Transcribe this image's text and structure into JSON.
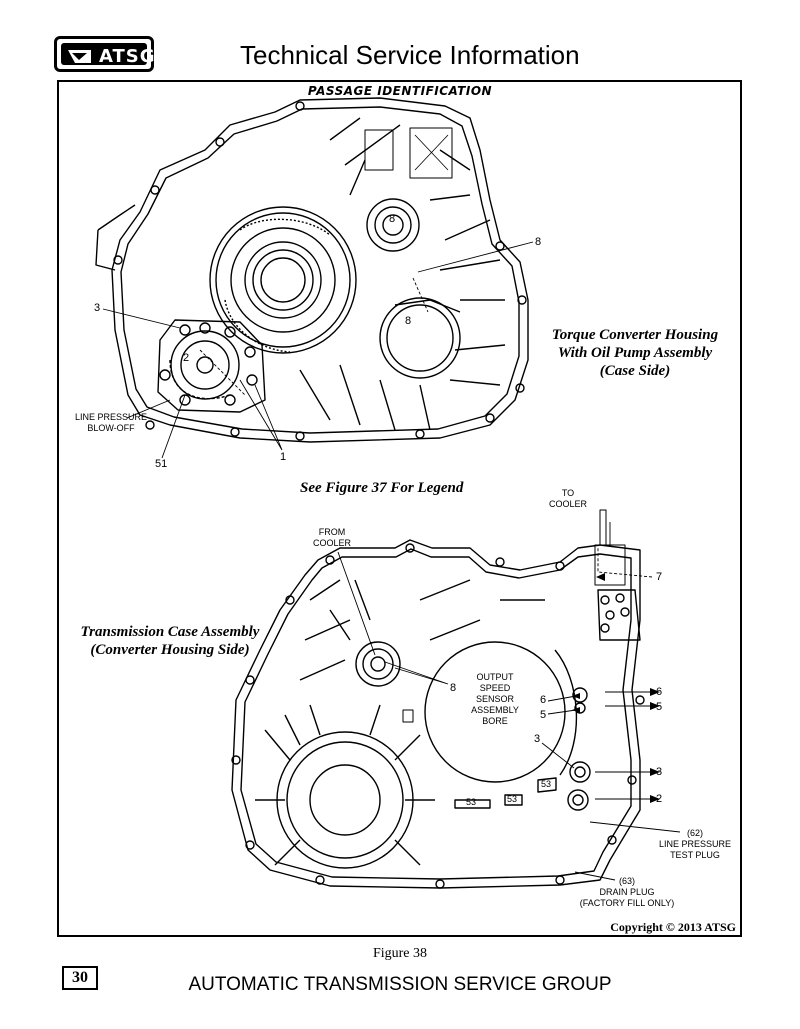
{
  "header": {
    "logo_text": "ATSG",
    "title": "Technical Service Information"
  },
  "figure": {
    "heading": "PASSAGE IDENTIFICATION",
    "top_caption_lines": [
      "Torque Converter Housing",
      "With Oil Pump Assembly",
      "(Case Side)"
    ],
    "legend_note": "See Figure 37 For Legend",
    "bottom_caption_lines": [
      "Transmission Case  Assembly",
      "(Converter Housing Side)"
    ],
    "top_callouts": {
      "line_pressure_blowoff": [
        "LINE PRESSURE",
        "BLOW-OFF"
      ],
      "n3": "3",
      "n2": "2",
      "n51": "51",
      "n1": "1",
      "n8_right": "8",
      "n8_inner_top": "8",
      "n8_inner_bottom": "8"
    },
    "bottom_callouts": {
      "to_cooler": [
        "TO",
        "COOLER"
      ],
      "from_cooler": [
        "FROM",
        "COOLER"
      ],
      "output_speed_sensor": [
        "OUTPUT",
        "SPEED",
        "SENSOR",
        "ASSEMBLY",
        "BORE"
      ],
      "line_pressure_test_plug": [
        "(62)",
        "LINE PRESSURE",
        "TEST PLUG"
      ],
      "drain_plug": [
        "(63)",
        "DRAIN PLUG",
        "(FACTORY FILL ONLY)"
      ],
      "n7": "7",
      "n8": "8",
      "n6_left": "6",
      "n5_left": "5",
      "n6_right": "6",
      "n5_right": "5",
      "n3_left": "3",
      "n3_right": "3",
      "n2_right": "2",
      "n53_a": "53",
      "n53_b": "53",
      "n53_c": "53"
    },
    "copyright": "Copyright © 2013 ATSG",
    "figure_number": "Figure 38"
  },
  "footer": {
    "page_number": "30",
    "text": "AUTOMATIC TRANSMISSION SERVICE GROUP"
  }
}
